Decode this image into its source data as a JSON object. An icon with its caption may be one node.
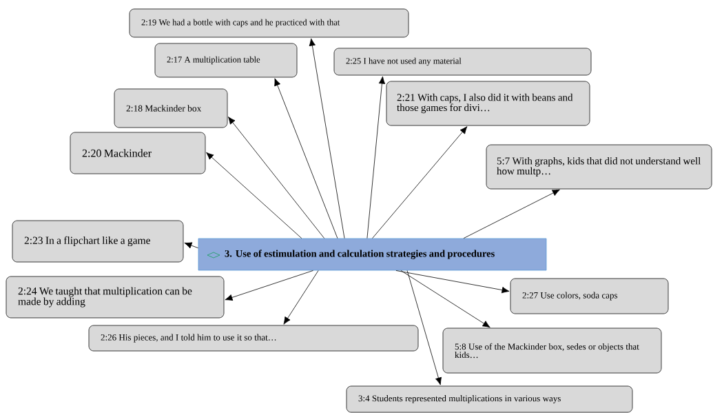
{
  "diagram": {
    "nodes": [
      {
        "text": [
          "3. Use of estimulation and calculation strategies and procedures"
        ]
      },
      {
        "text": [
          "2:19 We had a bottle with caps and he practiced with that"
        ]
      },
      {
        "text": [
          "2:17 A multiplication table"
        ]
      },
      {
        "text": [
          "2:25 I have not used any material"
        ]
      },
      {
        "text": [
          "2:18 Mackinder box"
        ]
      },
      {
        "text": [
          "2:21 With caps, I also did it with beans and those games for divi…"
        ]
      },
      {
        "text": [
          "2:20 Mackinder"
        ]
      },
      {
        "text": [
          "5:7 With graphs, kids that did not understand well how multp…"
        ]
      },
      {
        "text": [
          "2:23 In a flipchart like a game"
        ]
      },
      {
        "text": [
          "2:24 We taught that multiplication can be made by adding"
        ]
      },
      {
        "text": [
          "2:26 His pieces, and I told him to use it so that…"
        ]
      },
      {
        "text": [
          "2:27 Use colors, soda caps"
        ]
      },
      {
        "text": [
          "5:8 Use of the Mackinder box, sedes or objects that kids…"
        ]
      },
      {
        "text": [
          "3:4 Students represented multiplications in various ways"
        ]
      }
    ],
    "edges": [
      {
        "from": 0,
        "to": 1,
        "arrow": "to"
      },
      {
        "from": 0,
        "to": 2,
        "arrow": "to"
      },
      {
        "from": 0,
        "to": 3,
        "arrow": "to"
      },
      {
        "from": 0,
        "to": 4,
        "arrow": "to"
      },
      {
        "from": 0,
        "to": 5,
        "arrow": "to"
      },
      {
        "from": 0,
        "to": 6,
        "arrow": "to"
      },
      {
        "from": 0,
        "to": 7,
        "arrow": "to"
      },
      {
        "from": 0,
        "to": 8,
        "arrow": "to"
      },
      {
        "from": 0,
        "to": 9,
        "arrow": "to"
      },
      {
        "from": 0,
        "to": 10,
        "arrow": "to"
      },
      {
        "from": 0,
        "to": 11,
        "arrow": "to"
      },
      {
        "from": 0,
        "to": 12,
        "arrow": "to"
      },
      {
        "from": 0,
        "to": 13,
        "arrow": "to"
      }
    ]
  }
}
